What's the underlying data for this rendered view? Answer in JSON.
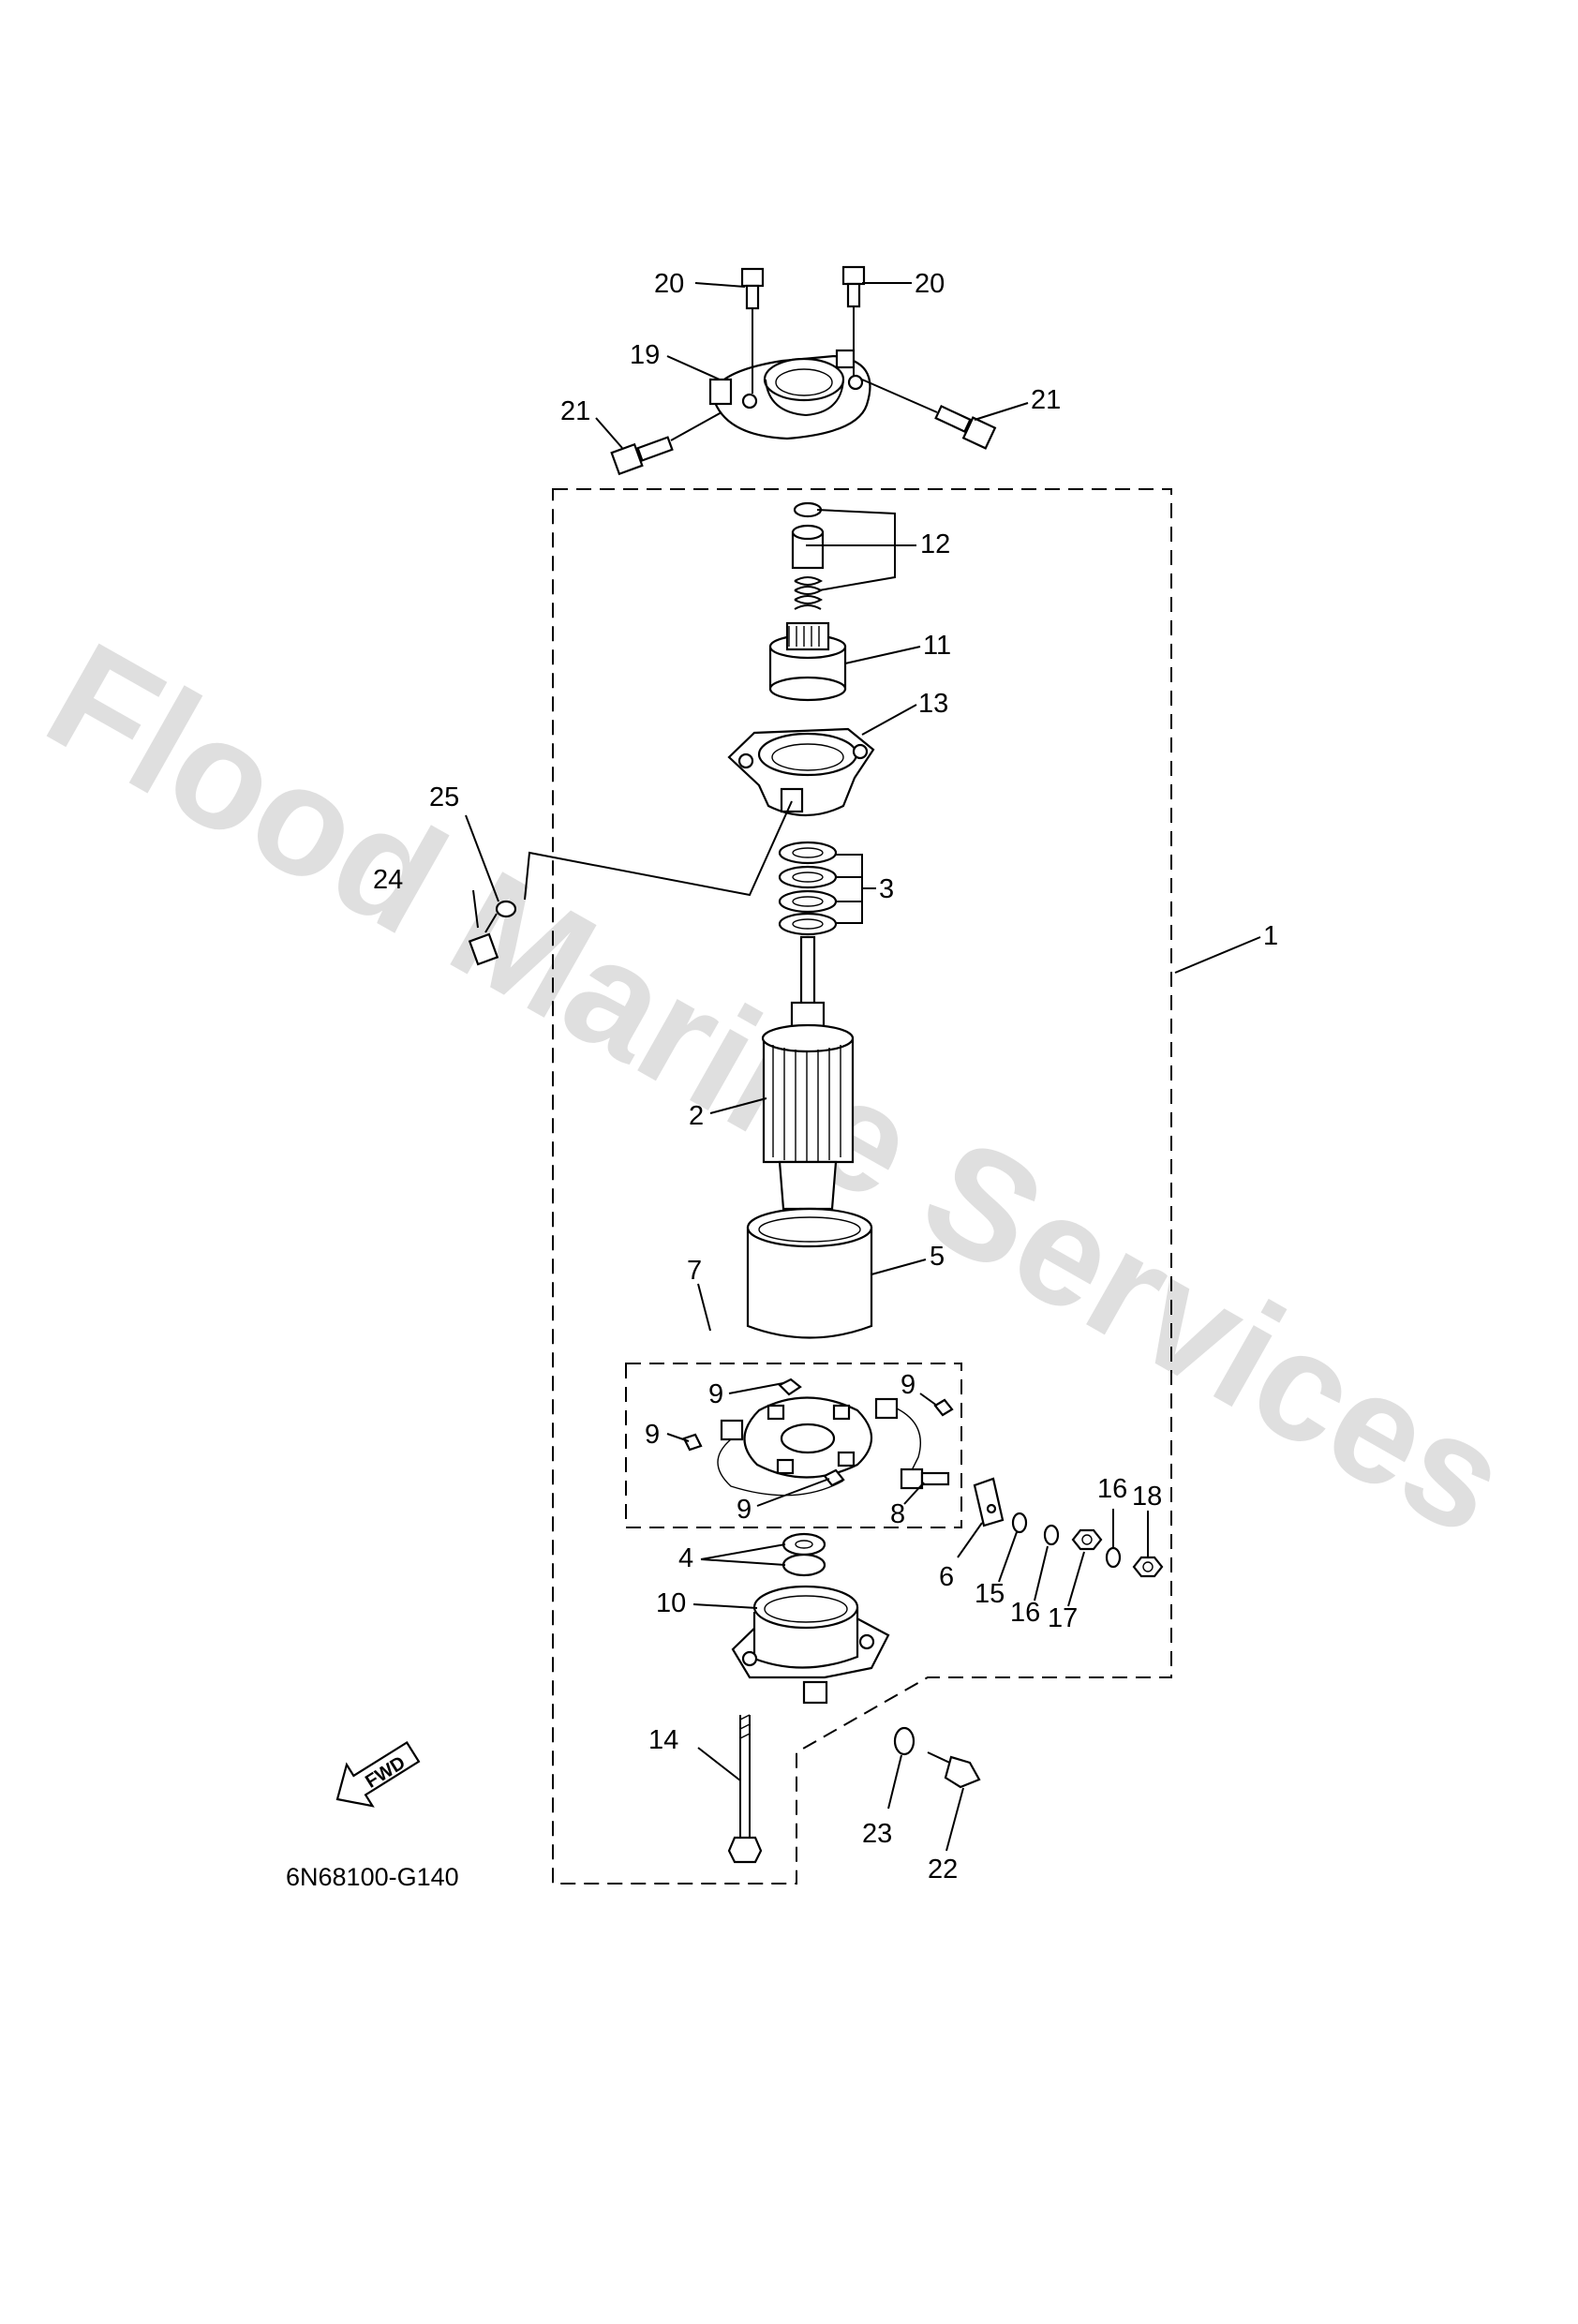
{
  "diagram": {
    "watermark": "Flood Marine Services",
    "drawing_code": "6N68100-G140",
    "fwd_label": "FWD",
    "callouts": {
      "c1": "1",
      "c2": "2",
      "c3": "3",
      "c4": "4",
      "c5": "5",
      "c6": "6",
      "c7": "7",
      "c8": "8",
      "c9a": "9",
      "c9b": "9",
      "c9c": "9",
      "c9d": "9",
      "c10": "10",
      "c11": "11",
      "c12": "12",
      "c13": "13",
      "c14": "14",
      "c15": "15",
      "c16a": "16",
      "c16b": "16",
      "c17": "17",
      "c18": "18",
      "c19": "19",
      "c20a": "20",
      "c20b": "20",
      "c21a": "21",
      "c21b": "21",
      "c22": "22",
      "c23": "23",
      "c24": "24",
      "c25": "25"
    }
  }
}
